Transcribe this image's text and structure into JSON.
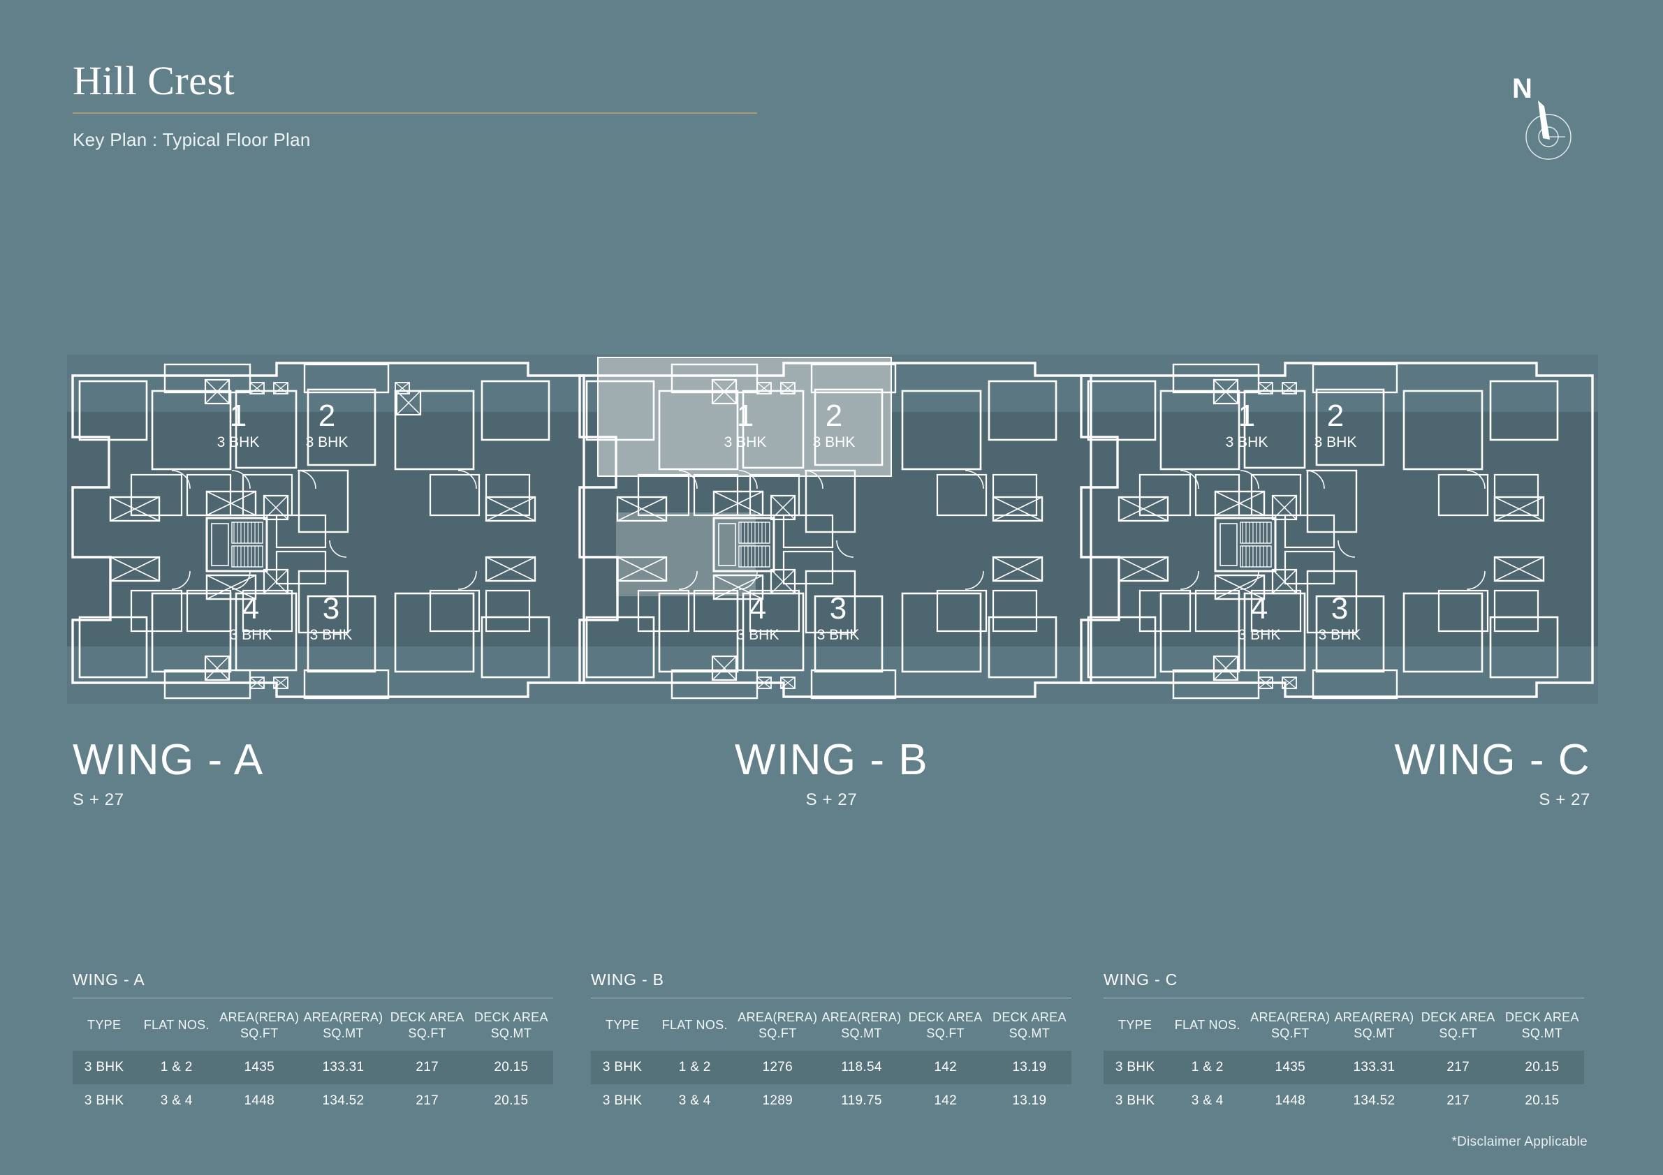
{
  "header": {
    "project_title": "Hill Crest",
    "subtitle": "Key Plan : Typical Floor Plan",
    "rule_color": "#b09a72"
  },
  "compass": {
    "icon": "compass-north-icon",
    "label": "N"
  },
  "palette": {
    "background": "#628089",
    "plan_dark_fill": "#4e6670",
    "plan_highlight_fill": "#9fadb0",
    "line": "#ffffff",
    "accent_gold": "#b09a72"
  },
  "plan": {
    "name": "typical-floor-plan",
    "wings": [
      {
        "id": "a",
        "label": "WING - A",
        "floors": "S + 27",
        "align": "left",
        "units": [
          {
            "number": "1",
            "type": "3 BHK",
            "position": "top-left"
          },
          {
            "number": "2",
            "type": "3 BHK",
            "position": "top-right"
          },
          {
            "number": "4",
            "type": "3 BHK",
            "position": "bottom-left"
          },
          {
            "number": "3",
            "type": "3 BHK",
            "position": "bottom-right"
          }
        ]
      },
      {
        "id": "b",
        "label": "WING - B",
        "floors": "S + 27",
        "align": "center",
        "units": [
          {
            "number": "1",
            "type": "3 BHK",
            "position": "top-left"
          },
          {
            "number": "2",
            "type": "3 BHK",
            "position": "top-right"
          },
          {
            "number": "4",
            "type": "3 BHK",
            "position": "bottom-left"
          },
          {
            "number": "3",
            "type": "3 BHK",
            "position": "bottom-right"
          }
        ]
      },
      {
        "id": "c",
        "label": "WING - C",
        "floors": "S + 27",
        "align": "right",
        "units": [
          {
            "number": "1",
            "type": "3 BHK",
            "position": "top-left"
          },
          {
            "number": "2",
            "type": "3 BHK",
            "position": "top-right"
          },
          {
            "number": "4",
            "type": "3 BHK",
            "position": "bottom-left"
          },
          {
            "number": "3",
            "type": "3 BHK",
            "position": "bottom-right"
          }
        ]
      }
    ]
  },
  "tables": {
    "columns": [
      {
        "line1": "TYPE",
        "line2": ""
      },
      {
        "line1": "FLAT NOS.",
        "line2": ""
      },
      {
        "line1": "AREA(RERA)",
        "line2": "SQ.FT"
      },
      {
        "line1": "AREA(RERA)",
        "line2": "SQ.MT"
      },
      {
        "line1": "DECK AREA",
        "line2": "SQ.FT"
      },
      {
        "line1": "DECK AREA",
        "line2": "SQ.MT"
      }
    ],
    "wings": [
      {
        "title": "WING - A",
        "rows": [
          {
            "type": "3 BHK",
            "flat_nos": "1 & 2",
            "area_sqft": "1435",
            "area_sqmt": "133.31",
            "deck_sqft": "217",
            "deck_sqmt": "20.15"
          },
          {
            "type": "3 BHK",
            "flat_nos": "3 & 4",
            "area_sqft": "1448",
            "area_sqmt": "134.52",
            "deck_sqft": "217",
            "deck_sqmt": "20.15"
          }
        ]
      },
      {
        "title": "WING - B",
        "rows": [
          {
            "type": "3 BHK",
            "flat_nos": "1 & 2",
            "area_sqft": "1276",
            "area_sqmt": "118.54",
            "deck_sqft": "142",
            "deck_sqmt": "13.19"
          },
          {
            "type": "3 BHK",
            "flat_nos": "3 & 4",
            "area_sqft": "1289",
            "area_sqmt": "119.75",
            "deck_sqft": "142",
            "deck_sqmt": "13.19"
          }
        ]
      },
      {
        "title": "WING - C",
        "rows": [
          {
            "type": "3 BHK",
            "flat_nos": "1 & 2",
            "area_sqft": "1435",
            "area_sqmt": "133.31",
            "deck_sqft": "217",
            "deck_sqmt": "20.15"
          },
          {
            "type": "3 BHK",
            "flat_nos": "3 & 4",
            "area_sqft": "1448",
            "area_sqmt": "134.52",
            "deck_sqft": "217",
            "deck_sqmt": "20.15"
          }
        ]
      }
    ]
  },
  "footer": {
    "disclaimer": "*Disclaimer Applicable"
  }
}
